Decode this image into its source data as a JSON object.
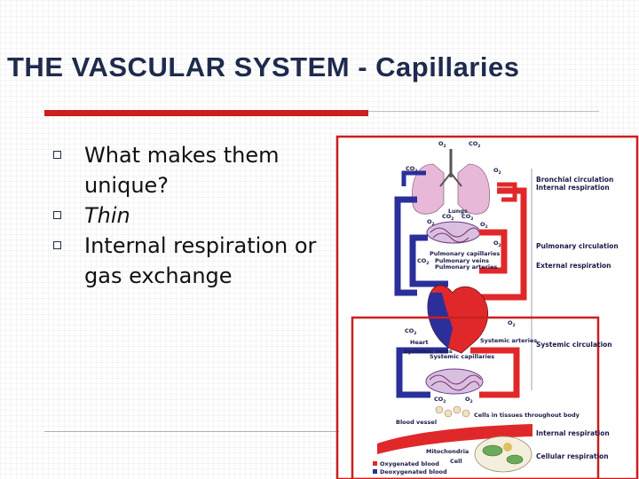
{
  "slide": {
    "title": "THE VASCULAR SYSTEM - Capillaries",
    "bullets": [
      "What makes them unique?",
      "Thin",
      "Internal respiration or gas exchange"
    ]
  },
  "diagram": {
    "gases": {
      "o2": "O",
      "co2": "CO",
      "sub": "2"
    },
    "labels": {
      "lungs": "Lungs",
      "pulmonary_capillaries": "Pulmonary capillaries",
      "pulmonary_veins": "Pulmonary veins",
      "pulmonary_arteries": "Pulmonary arteries",
      "heart": "Heart",
      "systemic_veins": "Systemic veins",
      "systemic_arteries": "Systemic arteries",
      "systemic_capillaries": "Systemic capillaries",
      "cells_in_tissues": "Cells in tissues throughout body",
      "blood_vessel": "Blood vessel",
      "mitochondria": "Mitochondria",
      "cell": "Cell"
    },
    "right_labels": {
      "bronchial_circulation": "Bronchial circulation",
      "internal_respiration_top": "Internal respiration",
      "pulmonary_circulation": "Pulmonary circulation",
      "external_respiration": "External respiration",
      "systemic_circulation": "Systemic circulation",
      "internal_respiration": "Internal respiration",
      "cellular_respiration": "Cellular respiration"
    },
    "legend": {
      "oxygenated": "Oxygenated blood",
      "deoxygenated": "Deoxygenated blood"
    },
    "colors": {
      "oxygenated": "#e0282a",
      "deoxygenated": "#2a2f9a",
      "highlight_box": "#cc1f1f",
      "lungs": "#e8b8d8"
    }
  }
}
